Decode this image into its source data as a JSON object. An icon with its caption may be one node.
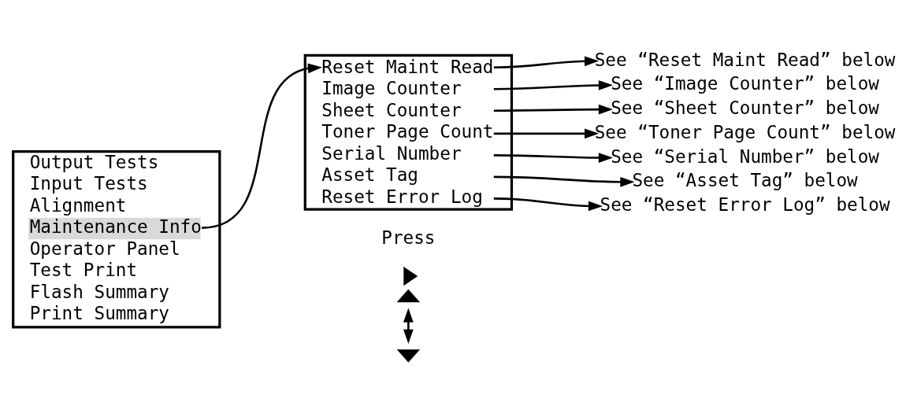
{
  "diagram": {
    "nodes": [
      {
        "text": [
          "Output Tests",
          "Input Tests",
          "Alignment",
          "Maintenance Info",
          "Operator Panel",
          "Test Print",
          "Flash Summary",
          "Print Summary"
        ]
      },
      {
        "text": [
          "Reset Maint Read",
          "Image Counter",
          "Sheet Counter",
          "Toner Page Count",
          "Serial Number",
          "Asset Tag",
          "Reset Error Log"
        ]
      },
      {
        "text": [
          "See “Reset Maint Read” below"
        ]
      },
      {
        "text": [
          "See “Image Counter” below"
        ]
      },
      {
        "text": [
          "See “Sheet Counter” below"
        ]
      },
      {
        "text": [
          "See “Toner Page Count” below"
        ]
      },
      {
        "text": [
          "See “Serial Number” below"
        ]
      },
      {
        "text": [
          "See “Asset Tag” below"
        ]
      },
      {
        "text": [
          "See “Reset Error Log” below"
        ]
      }
    ],
    "edges": [
      {
        "from": 0,
        "to": 1,
        "arrow": "to"
      },
      {
        "from": 1,
        "to": 2,
        "arrow": "to"
      },
      {
        "from": 1,
        "to": 3,
        "arrow": "to"
      },
      {
        "from": 1,
        "to": 4,
        "arrow": "to"
      },
      {
        "from": 1,
        "to": 5,
        "arrow": "to"
      },
      {
        "from": 1,
        "to": 6,
        "arrow": "to"
      },
      {
        "from": 1,
        "to": 7,
        "arrow": "to"
      },
      {
        "from": 1,
        "to": 8,
        "arrow": "to"
      }
    ],
    "labels": [
      "Press"
    ]
  }
}
